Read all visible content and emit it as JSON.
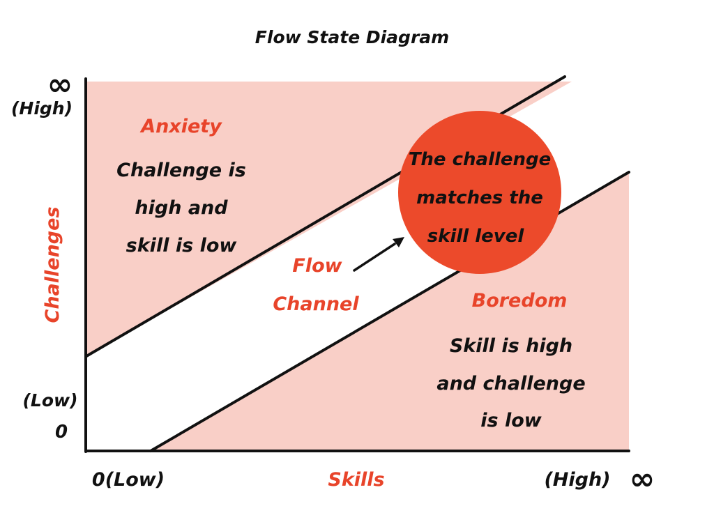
{
  "title": "Flow State Diagram",
  "colors": {
    "zone_fill": "#f9cfc7",
    "accent": "#e8442a",
    "circle_fill": "#ec4a2b",
    "ink": "#111111",
    "background": "#ffffff"
  },
  "y_axis": {
    "label": "Challenges",
    "top_symbol": "∞",
    "top_label": "(High)",
    "bottom_label": "(Low)",
    "bottom_value": "0"
  },
  "x_axis": {
    "label": "Skills",
    "left_label": "0(Low)",
    "right_label": "(High)",
    "right_symbol": "∞"
  },
  "zones": {
    "anxiety": {
      "heading": "Anxiety",
      "lines": [
        "Challenge is",
        "high and",
        "skill is low"
      ]
    },
    "flow_channel": {
      "lines": [
        "Flow",
        "Channel"
      ]
    },
    "boredom": {
      "heading": "Boredom",
      "lines": [
        "Skill is high",
        "and challenge",
        "is low"
      ]
    }
  },
  "circle": {
    "lines": [
      "The challenge",
      "matches the",
      "skill level"
    ]
  }
}
